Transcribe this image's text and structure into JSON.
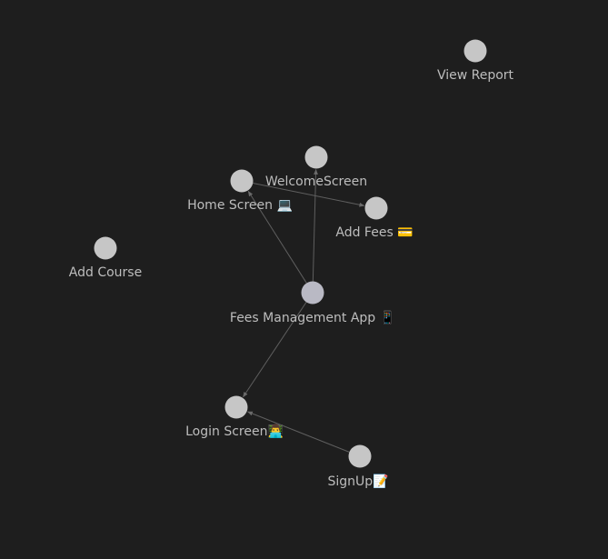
{
  "graph": {
    "background": "#1e1e1e",
    "node_color": "#c6c6c6",
    "edge_color": "#5f5f5f",
    "label_color": "#bdbdbd",
    "nodes": [
      {
        "id": "view-report",
        "label": "View Report"
      },
      {
        "id": "welcome-screen",
        "label": "WelcomeScreen"
      },
      {
        "id": "home-screen",
        "label": "Home Screen 💻"
      },
      {
        "id": "add-fees",
        "label": "Add Fees 💳"
      },
      {
        "id": "add-course",
        "label": "Add Course"
      },
      {
        "id": "fees-management-app",
        "label": "Fees Management App 📱",
        "active": true
      },
      {
        "id": "login-screen",
        "label": "Login Screen👨‍💻"
      },
      {
        "id": "signup",
        "label": "SignUp📝"
      }
    ],
    "edges": [
      {
        "from": "fees-management-app",
        "to": "welcome-screen"
      },
      {
        "from": "fees-management-app",
        "to": "home-screen"
      },
      {
        "from": "fees-management-app",
        "to": "login-screen"
      },
      {
        "from": "home-screen",
        "to": "add-fees"
      },
      {
        "from": "signup",
        "to": "login-screen"
      }
    ]
  }
}
